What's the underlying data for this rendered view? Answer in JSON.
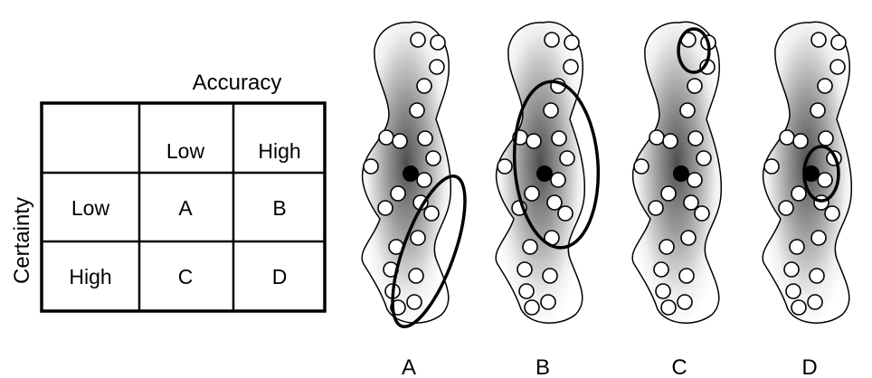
{
  "table": {
    "column_header": "Accuracy",
    "row_header": "Certainty",
    "columns": [
      "Low",
      "High"
    ],
    "rows": [
      {
        "label": "Low",
        "cells": [
          "A",
          "B"
        ]
      },
      {
        "label": "High",
        "cells": [
          "C",
          "D"
        ]
      }
    ]
  },
  "panels": [
    {
      "label": "A"
    },
    {
      "label": "B"
    },
    {
      "label": "C"
    },
    {
      "label": "D"
    }
  ],
  "colors": {
    "stroke": "#000000",
    "fill_center": "#4d4d4d",
    "fill_edge": "#ffffff"
  }
}
